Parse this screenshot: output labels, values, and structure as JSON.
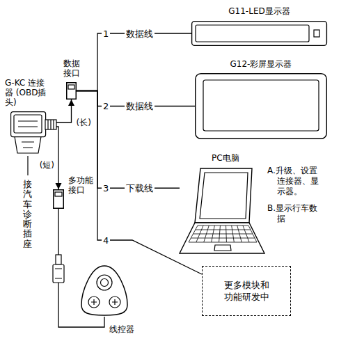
{
  "diagram": {
    "nodes": [
      {
        "text": [
          "G-KC 连接器 (OBD插头)"
        ]
      },
      {
        "text": [
          "数据接口"
        ]
      },
      {
        "text": [
          "多功能接口"
        ]
      },
      {
        "text": [
          "线控器"
        ]
      },
      {
        "text": [
          "G11-LED显示器"
        ]
      },
      {
        "text": [
          "G12-彩屏显示器"
        ]
      },
      {
        "text": [
          "PC电脑"
        ]
      },
      {
        "text": [
          "更多模块和功能研发中"
        ]
      }
    ],
    "edges": [
      {
        "from": 0,
        "to": 1,
        "label": "(长)",
        "arrow": "to"
      },
      {
        "from": 0,
        "to": 2,
        "label": "(短)",
        "arrow": "to"
      },
      {
        "from": 2,
        "to": 3,
        "arrow": "none"
      },
      {
        "from": 1,
        "to": 4,
        "label": "数据线",
        "arrow": "none"
      },
      {
        "from": 1,
        "to": 5,
        "label": "数据线",
        "arrow": "none"
      },
      {
        "from": 1,
        "to": 6,
        "label": "下载线",
        "arrow": "none"
      },
      {
        "from": 1,
        "to": 7,
        "arrow": "none"
      }
    ],
    "labels": [
      "1",
      "2",
      "3",
      "4",
      "A.升级、设置连接器、显示器。",
      "B.显示行车数据",
      "接汽车诊断插座"
    ]
  }
}
